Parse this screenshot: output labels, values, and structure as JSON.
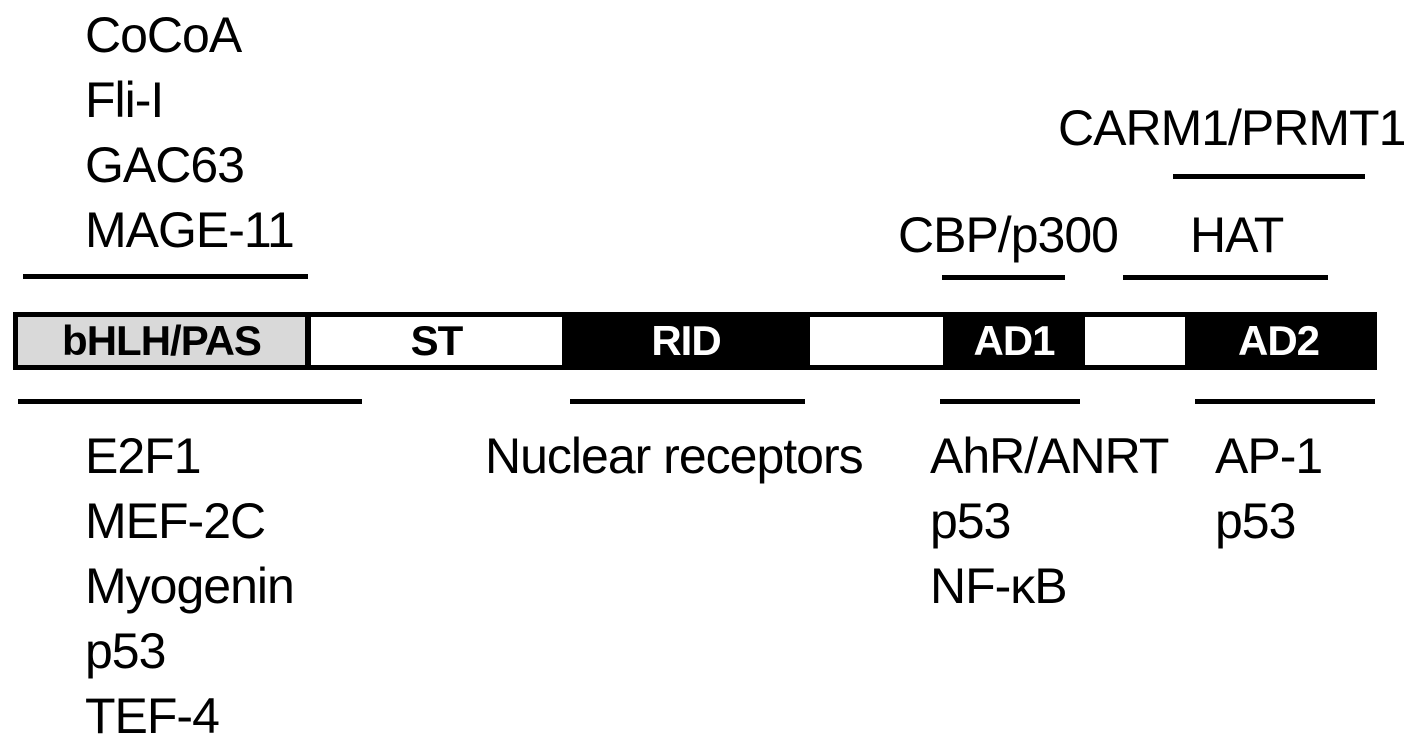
{
  "figure_type": "protein-domain-diagram",
  "domain_bar": {
    "segments": [
      {
        "id": "bhlh-pas",
        "label": "bHLH/PAS",
        "fill": "#d9d9d9",
        "text_color": "#000000"
      },
      {
        "id": "st",
        "label": "ST",
        "fill": "#ffffff",
        "text_color": "#000000"
      },
      {
        "id": "rid",
        "label": "RID",
        "fill": "#000000",
        "text_color": "#ffffff"
      },
      {
        "id": "spacer1",
        "label": "",
        "fill": "#ffffff",
        "text_color": "#000000"
      },
      {
        "id": "ad1",
        "label": "AD1",
        "fill": "#000000",
        "text_color": "#ffffff"
      },
      {
        "id": "spacer2",
        "label": "",
        "fill": "#ffffff",
        "text_color": "#000000"
      },
      {
        "id": "ad2",
        "label": "AD2",
        "fill": "#000000",
        "text_color": "#ffffff"
      }
    ],
    "border_color": "#000000"
  },
  "interactors_top": {
    "bhlh_pas": [
      "CoCoA",
      "Fli-I",
      "GAC63",
      "MAGE-11"
    ],
    "carm1_prmt1": "CARM1/PRMT1",
    "cbp_p300": "CBP/p300",
    "hat": "HAT"
  },
  "interactors_bottom": {
    "bhlh_pas": [
      "E2F1",
      "MEF-2C",
      "Myogenin",
      "p53",
      "TEF-4"
    ],
    "rid": [
      "Nuclear receptors"
    ],
    "ad1": [
      "AhR/ANRT",
      "p53",
      "NF-κB"
    ],
    "ad2": [
      "AP-1",
      "p53"
    ]
  },
  "colors": {
    "background": "#ffffff",
    "line": "#000000",
    "text": "#000000",
    "gray_domain": "#d9d9d9",
    "black_domain": "#000000"
  }
}
